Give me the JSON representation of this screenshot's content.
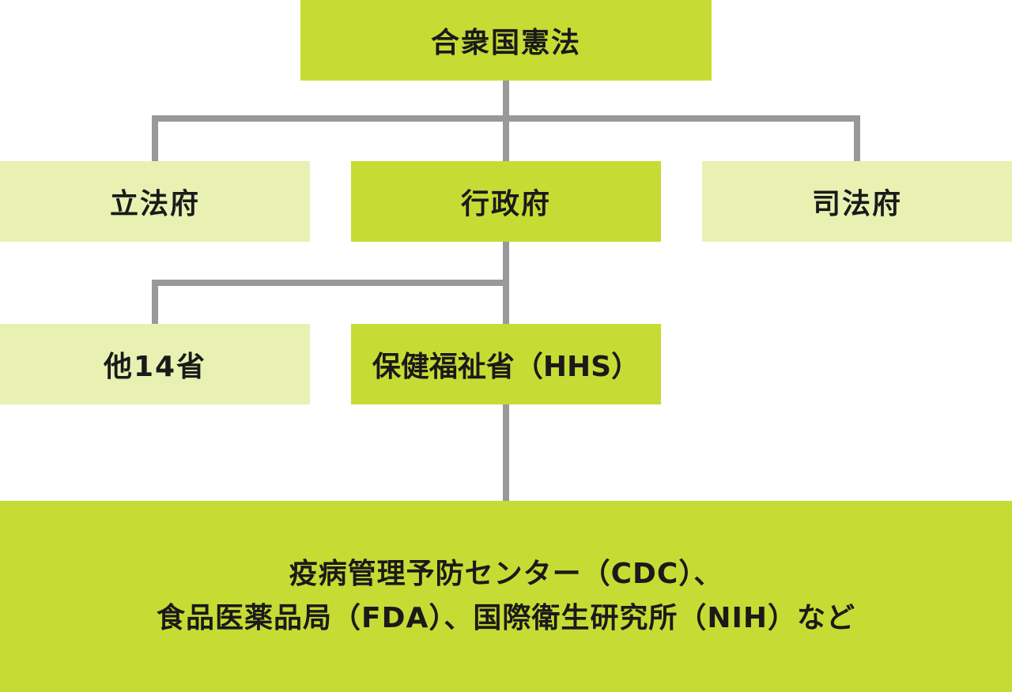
{
  "diagram": {
    "root": {
      "label": "合衆国憲法",
      "color": "#c6dc34"
    },
    "branches": [
      {
        "label": "立法府",
        "color": "#e8f1b2"
      },
      {
        "label": "行政府",
        "color": "#c6dc34"
      },
      {
        "label": "司法府",
        "color": "#e8f1b2"
      }
    ],
    "departments": [
      {
        "label": "他14省",
        "color": "#e8f1b2"
      },
      {
        "label": "保健福祉省（HHS）",
        "color": "#c6dc34"
      }
    ],
    "agencies": {
      "line1": "疫病管理予防センター（CDC）、",
      "line2": "食品医薬品局（FDA）、国際衛生研究所（NIH）など",
      "color": "#c6dc34"
    },
    "connector_color": "#999999"
  }
}
